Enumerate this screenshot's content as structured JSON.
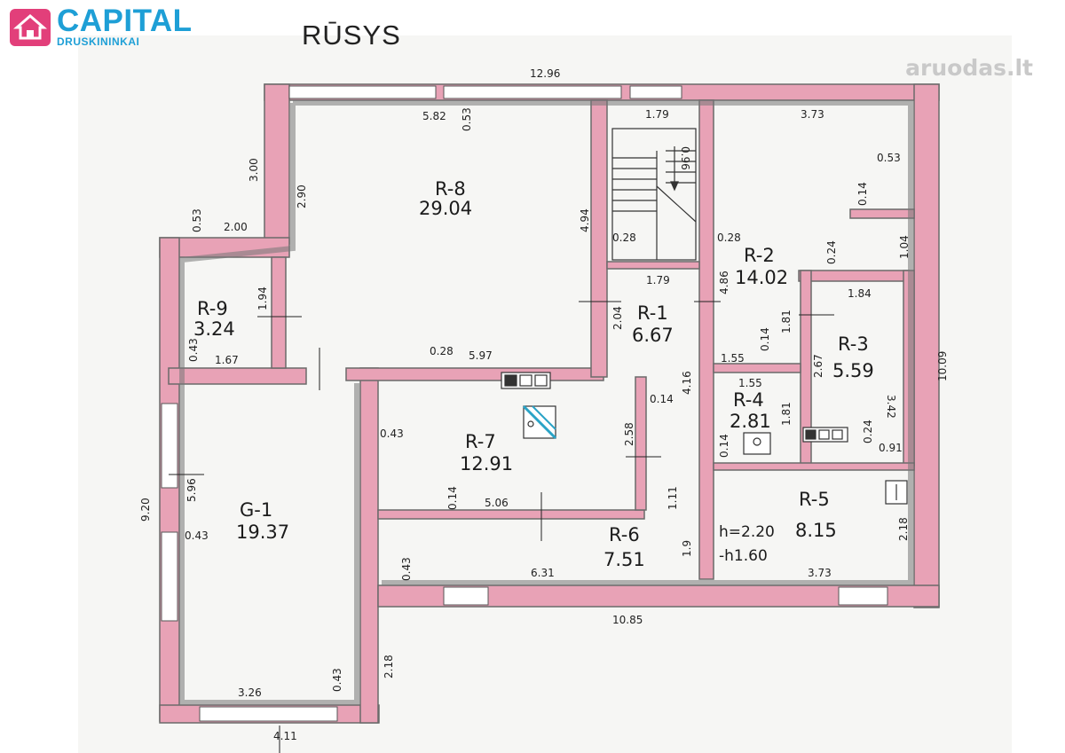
{
  "header": {
    "logo": {
      "name": "CAPITAL",
      "subtitle": "DRUSKININKAI"
    },
    "title": "RŪSYS",
    "watermark": "aruodas.lt"
  },
  "colors": {
    "wall_fill": "#e8a2b6",
    "wall_line": "#6a6a6a",
    "brand": "#1e9fd6",
    "logo_icon": "#e23f7a"
  },
  "rooms": [
    {
      "id": "R-8",
      "name": "R-8",
      "area": "29.04"
    },
    {
      "id": "R-9",
      "name": "R-9",
      "area": "3.24"
    },
    {
      "id": "R-1",
      "name": "R-1",
      "area": "6.67"
    },
    {
      "id": "R-2",
      "name": "R-2",
      "area": "14.02"
    },
    {
      "id": "R-3",
      "name": "R-3",
      "area": "5.59"
    },
    {
      "id": "R-4",
      "name": "R-4",
      "area": "2.81"
    },
    {
      "id": "R-7",
      "name": "R-7",
      "area": "12.91"
    },
    {
      "id": "R-5",
      "name": "R-5",
      "area": "8.15"
    },
    {
      "id": "R-6",
      "name": "R-6",
      "area": "7.51"
    },
    {
      "id": "G-1",
      "name": "G-1",
      "area": "19.37"
    }
  ],
  "notes": {
    "height_1": "h=2.20",
    "height_2": "-h1.60"
  },
  "dimensions": {
    "top_total": "12.96",
    "r8_width": "5.82",
    "r8_wall": "0.53",
    "stair_w": "1.79",
    "stair_h": "0.96",
    "r2_width": "3.73",
    "r2_niche": "0.53",
    "r2_wall": "0.14",
    "left_3": "3.00",
    "left_290": "2.90",
    "r8_side": "4.94",
    "left_053": "0.53",
    "left_200": "2.00",
    "r1_028": "0.28",
    "r2_028": "0.28",
    "r2_024": "0.24",
    "right_104": "1.04",
    "r9_194": "1.94",
    "r1_179": "1.79",
    "r1_486": "4.86",
    "r3_184": "1.84",
    "r1_204": "2.04",
    "r3_181": "1.81",
    "r9_043": "0.43",
    "r9_167": "1.67",
    "r8_028": "0.28",
    "r8_597": "5.97",
    "r4_155a": "1.55",
    "r4_014": "0.14",
    "r3_267": "2.67",
    "r3_342": "3.42",
    "right_1009": "10.09",
    "r4_155b": "1.55",
    "r7_014": "0.14",
    "r1_416": "4.16",
    "r7_043": "0.43",
    "r7_258": "2.58",
    "r4_181": "1.81",
    "r4_014b": "0.14",
    "r3_024": "0.24",
    "r3_091": "0.91",
    "left_920": "9.20",
    "g1_596": "5.96",
    "r7_014b": "0.14",
    "r7_506": "5.06",
    "r1_111": "1.11",
    "g1_043": "0.43",
    "r5_218": "2.18",
    "r6_19": "1.9",
    "r6_043": "0.43",
    "r6_631": "6.31",
    "r5_373": "3.73",
    "bottom_1085": "10.85",
    "g1_218": "2.18",
    "g1_326": "3.26",
    "g1_043b": "0.43",
    "bottom_411": "4.11"
  }
}
